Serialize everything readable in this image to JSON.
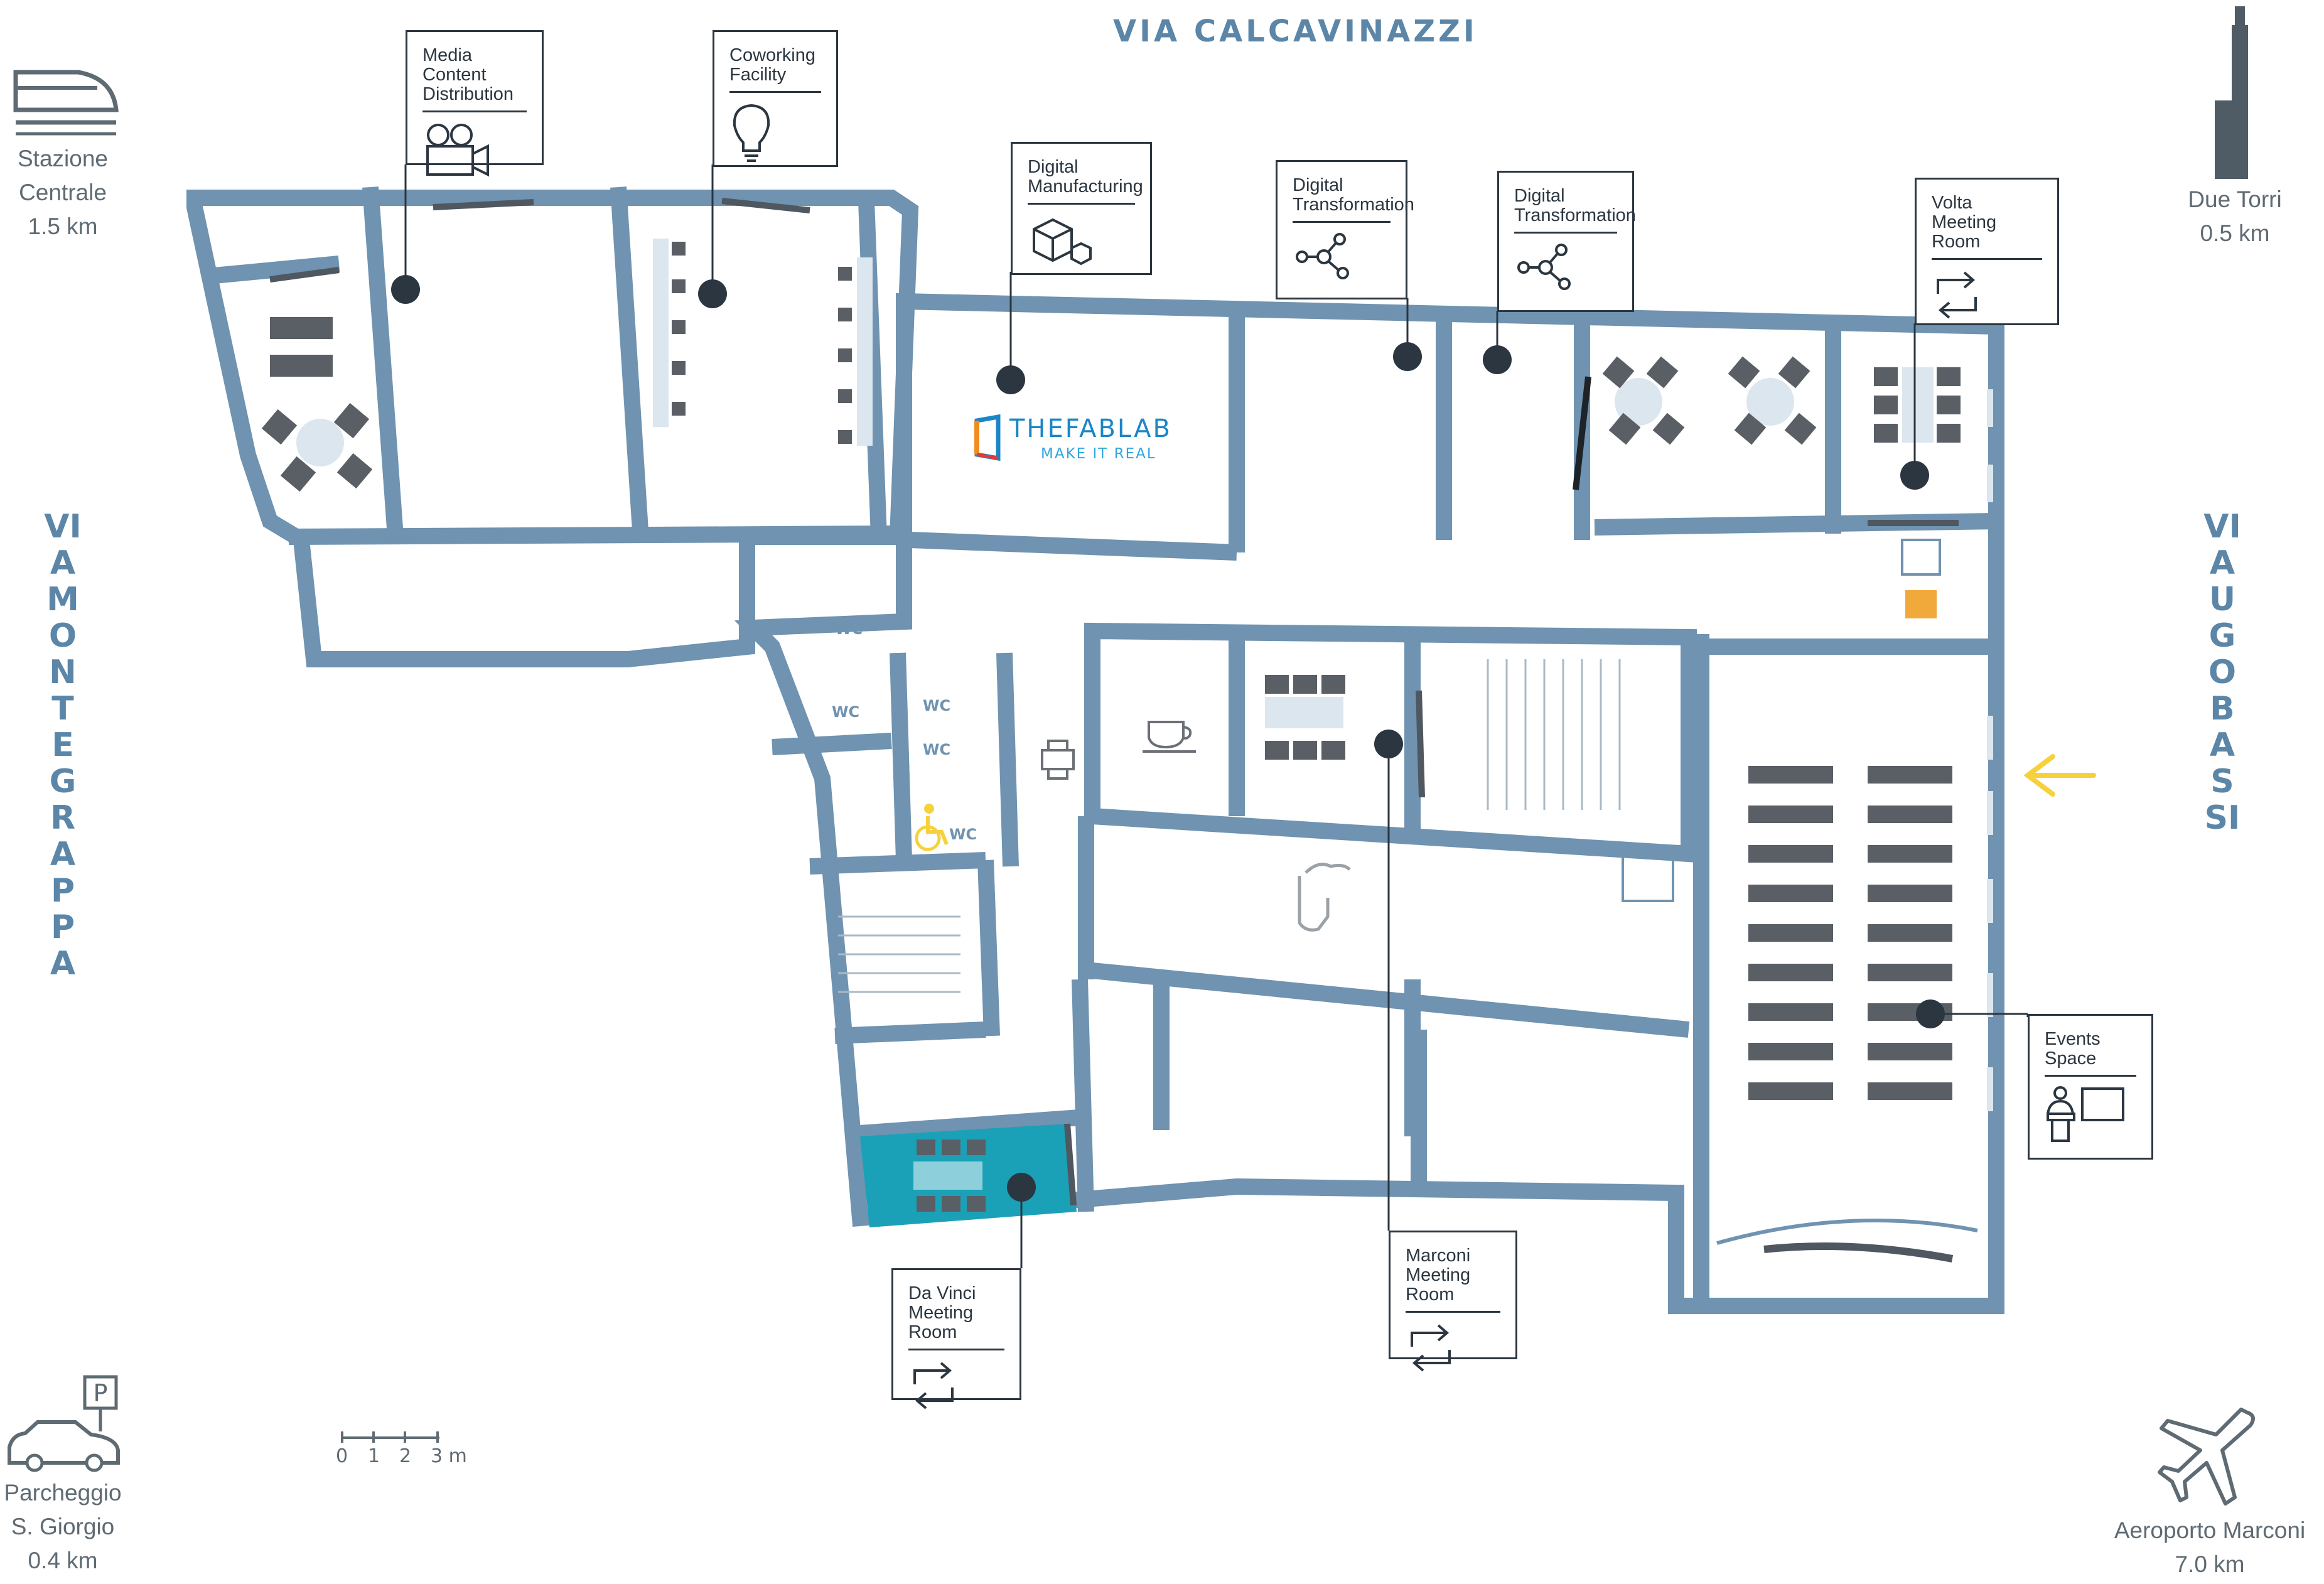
{
  "streets": {
    "top": "VIA CALCAVINAZZI",
    "left": "VIA MONTEGRAPPA",
    "right": "VIA UGO BASSI"
  },
  "landmarks": {
    "station": {
      "name": "Stazione\nCentrale",
      "distance": "1.5 km",
      "icon": "train-icon"
    },
    "towers": {
      "name": "Due Torri",
      "distance": "0.5 km",
      "icon": "tower-icon"
    },
    "parking": {
      "name": "Parcheggio\nS. Giorgio",
      "distance": "0.4 km",
      "icon": "parking-car-icon"
    },
    "airport": {
      "name": "Aeroporto Marconi",
      "distance": "7.0 km",
      "icon": "airplane-icon"
    }
  },
  "callouts": {
    "media": {
      "title": "Media Content\nDistribution",
      "icon": "camera-icon"
    },
    "coworking": {
      "title": "Coworking\nFacility",
      "icon": "lightbulb-icon"
    },
    "manufacturing": {
      "title": "Digital\nManufacturing",
      "icon": "cubes-icon"
    },
    "transformation1": {
      "title": "Digital\nTransformation",
      "icon": "network-icon"
    },
    "transformation2": {
      "title": "Digital\nTransformation",
      "icon": "network-icon"
    },
    "volta": {
      "title": "Volta\nMeeting Room",
      "icon": "swap-arrows-icon"
    },
    "events": {
      "title": "Events\nSpace",
      "icon": "speaker-podium-icon"
    },
    "marconi": {
      "title": "Marconi\nMeeting Room",
      "icon": "swap-arrows-icon"
    },
    "davinci": {
      "title": "Da Vinci\nMeeting Room",
      "icon": "swap-arrows-icon"
    }
  },
  "fablab": {
    "name": "THEFABLAB",
    "tagline": "MAKE IT REAL",
    "logo": "fablab-logo"
  },
  "wc": {
    "label": "WC"
  },
  "scale": {
    "ticks": [
      "0",
      "1",
      "2",
      "3 m"
    ]
  },
  "colors": {
    "wall": "#6f93b0",
    "text_street": "#5b86a8",
    "dark": "#2b3640",
    "furniture": "#5a5f66",
    "teal": "#1ba1b7",
    "yellow": "#f7d13c",
    "fablab_blue": "#1b86c7",
    "fablab_orange": "#f28c1e"
  }
}
